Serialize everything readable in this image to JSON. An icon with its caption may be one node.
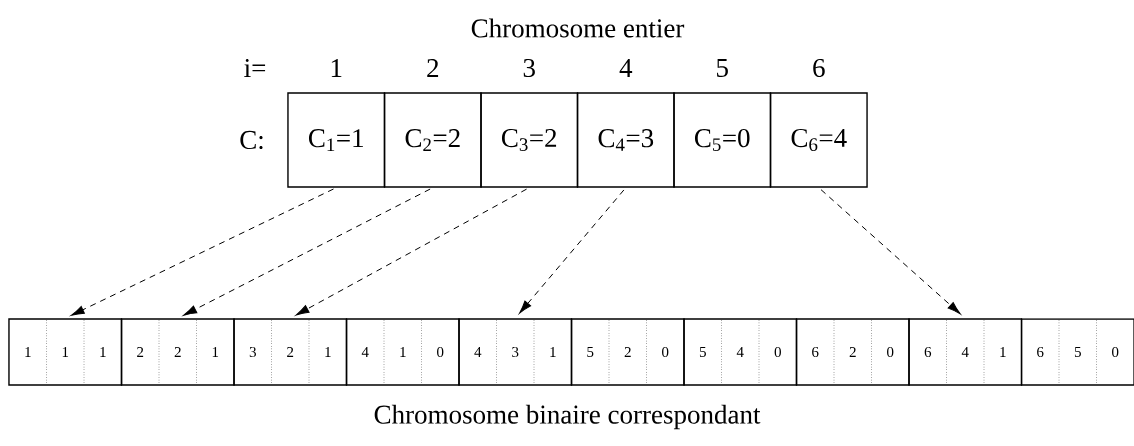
{
  "diagram": {
    "nodes": [
      {
        "text": [
          "C$_{1}$=1"
        ]
      },
      {
        "text": [
          "C$_{2}$=2"
        ]
      },
      {
        "text": [
          "C$_{3}$=2"
        ]
      },
      {
        "text": [
          "C$_{4}$=3"
        ]
      },
      {
        "text": [
          "C$_{5}$=0"
        ]
      },
      {
        "text": [
          "C$_{6}$=4"
        ]
      },
      {
        "text": [
          "1",
          "1",
          "1"
        ]
      },
      {
        "text": [
          "2",
          "2",
          "1"
        ]
      },
      {
        "text": [
          "3",
          "2",
          "1"
        ]
      },
      {
        "text": [
          "4",
          "1",
          "0"
        ]
      },
      {
        "text": [
          "4",
          "3",
          "1"
        ]
      },
      {
        "text": [
          "5",
          "2",
          "0"
        ]
      },
      {
        "text": [
          "5",
          "4",
          "0"
        ]
      },
      {
        "text": [
          "6",
          "2",
          "0"
        ]
      },
      {
        "text": [
          "6",
          "4",
          "1"
        ]
      },
      {
        "text": [
          "6",
          "5",
          "0"
        ]
      }
    ],
    "edges": [
      {
        "from": 0,
        "to": 6,
        "arrow": "to",
        "style": "dashed"
      },
      {
        "from": 1,
        "to": 7,
        "arrow": "to",
        "style": "dashed"
      },
      {
        "from": 2,
        "to": 8,
        "arrow": "to",
        "style": "dashed"
      },
      {
        "from": 3,
        "to": 10,
        "arrow": "to",
        "style": "dashed"
      },
      {
        "from": 5,
        "to": 14,
        "arrow": "to",
        "style": "dashed"
      }
    ],
    "labels": [
      "Chromosome entier",
      "i=",
      "1",
      "2",
      "3",
      "4",
      "5",
      "6",
      "C:",
      "Chromosome binaire correspondant"
    ]
  }
}
